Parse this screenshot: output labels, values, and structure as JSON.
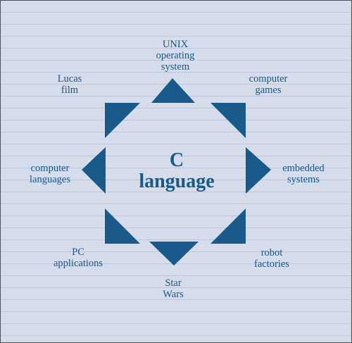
{
  "center": {
    "line1": "C",
    "line2": "language"
  },
  "labels": {
    "top": [
      "UNIX",
      "operating",
      "system"
    ],
    "top_right": [
      "computer",
      "games"
    ],
    "right": [
      "embedded",
      "systems"
    ],
    "bottom_right": [
      "robot",
      "factories"
    ],
    "bottom": [
      "Star",
      "Wars"
    ],
    "bottom_left": [
      "PC",
      "applications"
    ],
    "left": [
      "computer",
      "languages"
    ],
    "top_left": [
      "Lucas",
      "film"
    ]
  },
  "colors": {
    "background": "#d6dcea",
    "lines": "#bcc6dc",
    "shape": "#1a5a8a"
  }
}
